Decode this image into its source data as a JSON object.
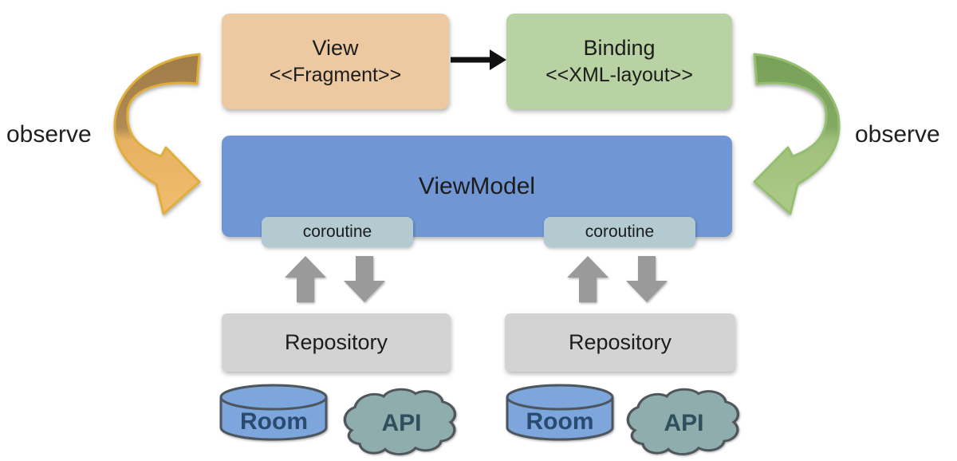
{
  "diagram": {
    "view": {
      "title": "View",
      "stereotype": "<<Fragment>>"
    },
    "binding": {
      "title": "Binding",
      "stereotype": "<<XML-layout>>"
    },
    "viewmodel": {
      "title": "ViewModel"
    },
    "coroutines": [
      "coroutine",
      "coroutine"
    ],
    "repositories": [
      "Repository",
      "Repository"
    ],
    "rooms": [
      "Room",
      "Room"
    ],
    "apis": [
      "API",
      "API"
    ],
    "observe_labels": [
      "observe",
      "observe"
    ],
    "colors": {
      "view_fill": "#ecc9a1",
      "binding_fill": "#b9d2a3",
      "viewmodel_fill": "#7097d4",
      "coroutine_fill": "#b4cad1",
      "repository_fill": "#d3d3d3",
      "gray_arrow": "#9a9a9a",
      "black_arrow": "#111111",
      "observe_arrow_orange_dark": "#9f7b46",
      "observe_arrow_orange_light": "#f0bd6f",
      "observe_arrow_orange_outline": "#dfae3e",
      "observe_arrow_green_dark": "#78a058",
      "observe_arrow_green_light": "#aeca89",
      "observe_arrow_green_outline": "#94be70",
      "room_fill": "#7ba6dc",
      "room_text": "#2a4a70",
      "api_fill": "#8fadac",
      "api_text": "#2e505c"
    }
  }
}
